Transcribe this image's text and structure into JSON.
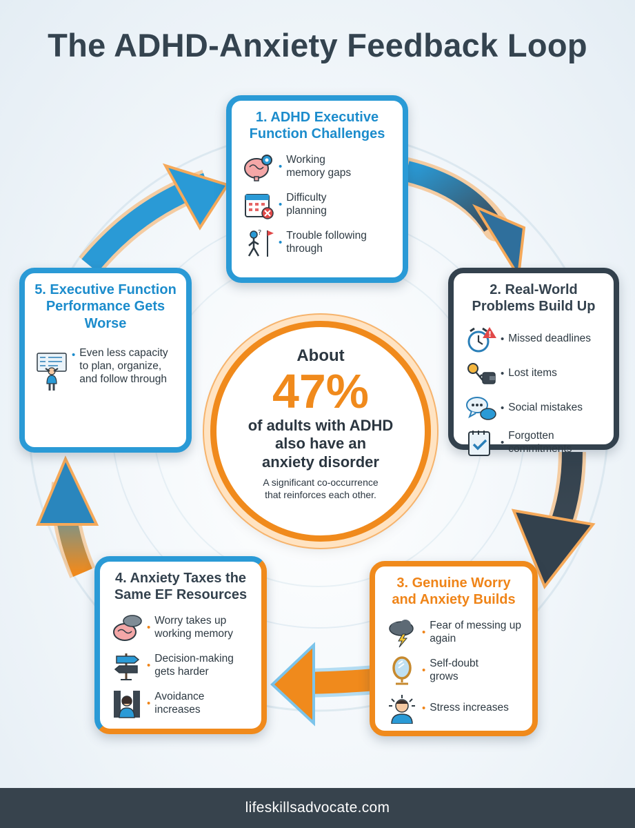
{
  "title": "The ADHD-Anxiety Feedback Loop",
  "center": {
    "about": "About",
    "stat": "47%",
    "line1": "of adults with ADHD",
    "line2": "also have an",
    "line3": "anxiety disorder",
    "sub1": "A significant co-occurrence",
    "sub2": "that reinforces each other."
  },
  "steps": [
    {
      "title": "1. ADHD Executive Function Challenges",
      "items": [
        {
          "text": "Working memory gaps",
          "icon": "brain-gear-icon"
        },
        {
          "text": "Difficulty planning",
          "icon": "calendar-x-icon"
        },
        {
          "text": "Trouble following through",
          "icon": "confused-person-flag-icon"
        }
      ]
    },
    {
      "title": "2. Real-World Problems Build Up",
      "items": [
        {
          "text": "Missed deadlines",
          "icon": "alarm-clock-warning-icon"
        },
        {
          "text": "Lost items",
          "icon": "keys-wallet-icon"
        },
        {
          "text": "Social mistakes",
          "icon": "speech-bubbles-icon"
        },
        {
          "text": "Forgotten commitments",
          "icon": "checklist-calendar-icon"
        }
      ]
    },
    {
      "title": "3. Genuine Worry and Anxiety Builds",
      "items": [
        {
          "text": "Fear of messing up again",
          "icon": "storm-cloud-icon"
        },
        {
          "text": "Self-doubt grows",
          "icon": "mirror-icon"
        },
        {
          "text": "Stress increases",
          "icon": "stressed-person-icon"
        }
      ]
    },
    {
      "title": "4. Anxiety Taxes the Same EF Resources",
      "items": [
        {
          "text": "Worry takes up working memory",
          "icon": "brain-cloud-icon"
        },
        {
          "text": "Decision-making gets harder",
          "icon": "signpost-icon"
        },
        {
          "text": "Avoidance increases",
          "icon": "person-door-icon"
        }
      ]
    },
    {
      "title": "5. Executive Function Performance Gets Worse",
      "items": [
        {
          "text": "Even less capacity to plan, organize, and follow through",
          "icon": "overwhelmed-person-board-icon"
        }
      ]
    }
  ],
  "footer": "lifeskillsadvocate.com",
  "colors": {
    "blue": "#2a9ad6",
    "orange": "#f08a1c",
    "dark": "#33414d"
  }
}
